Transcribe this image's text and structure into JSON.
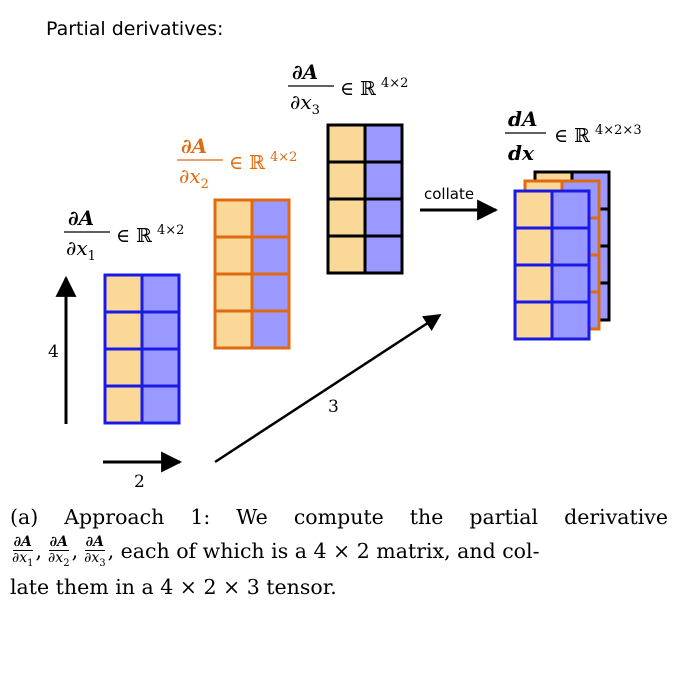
{
  "heading": "Partial derivatives:",
  "colors": {
    "orange_fill": "#fad898",
    "blue_fill": "#9999ff",
    "orange_border": "#e06a10",
    "blue_border": "#1a1ae6",
    "black": "#000000"
  },
  "matrices": [
    {
      "num": "∂A",
      "den_var": "∂x",
      "den_sub": "1",
      "space": "∈ ℝ",
      "sup": "4×2"
    },
    {
      "num": "∂A",
      "den_var": "∂x",
      "den_sub": "2",
      "space": "∈ ℝ",
      "sup": "4×2"
    },
    {
      "num": "∂A",
      "den_var": "∂x",
      "den_sub": "3",
      "space": "∈ ℝ",
      "sup": "4×2"
    }
  ],
  "tensor": {
    "num": "dA",
    "den": "dx",
    "space": "∈ ℝ",
    "sup": "4×2×3"
  },
  "arrow_labels": {
    "collate": "collate",
    "rows": "4",
    "cols": "2",
    "depth": "3"
  },
  "caption": {
    "line1_words": [
      "(a)",
      "Approach",
      "1:",
      "We",
      "compute",
      "the",
      "partial",
      "derivative"
    ],
    "fracs": [
      {
        "num": "∂A",
        "den": "∂x",
        "sub": "1"
      },
      {
        "num": "∂A",
        "den": "∂x",
        "sub": "2"
      },
      {
        "num": "∂A",
        "den": "∂x",
        "sub": "3"
      }
    ],
    "line2_rest": ", each of which is a 4 × 2 matrix, and col-",
    "line3": "late them in a 4 × 2 × 3 tensor."
  }
}
